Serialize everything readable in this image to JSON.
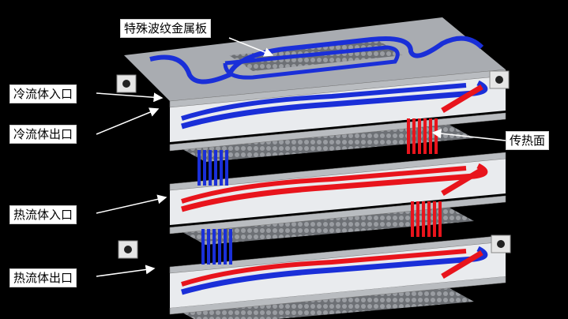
{
  "labels": {
    "corrugated_plate": "特殊波纹金属板",
    "cold_inlet": "冷流体入口",
    "cold_outlet": "冷流体出口",
    "heat_surface": "传热面",
    "hot_inlet": "热流体入口",
    "hot_outlet": "热流体出口"
  },
  "colors": {
    "background": "#000000",
    "plate": "#b9bcc0",
    "cold": "#1a2fd8",
    "hot": "#e8141c",
    "label_bg": "#ffffff"
  }
}
